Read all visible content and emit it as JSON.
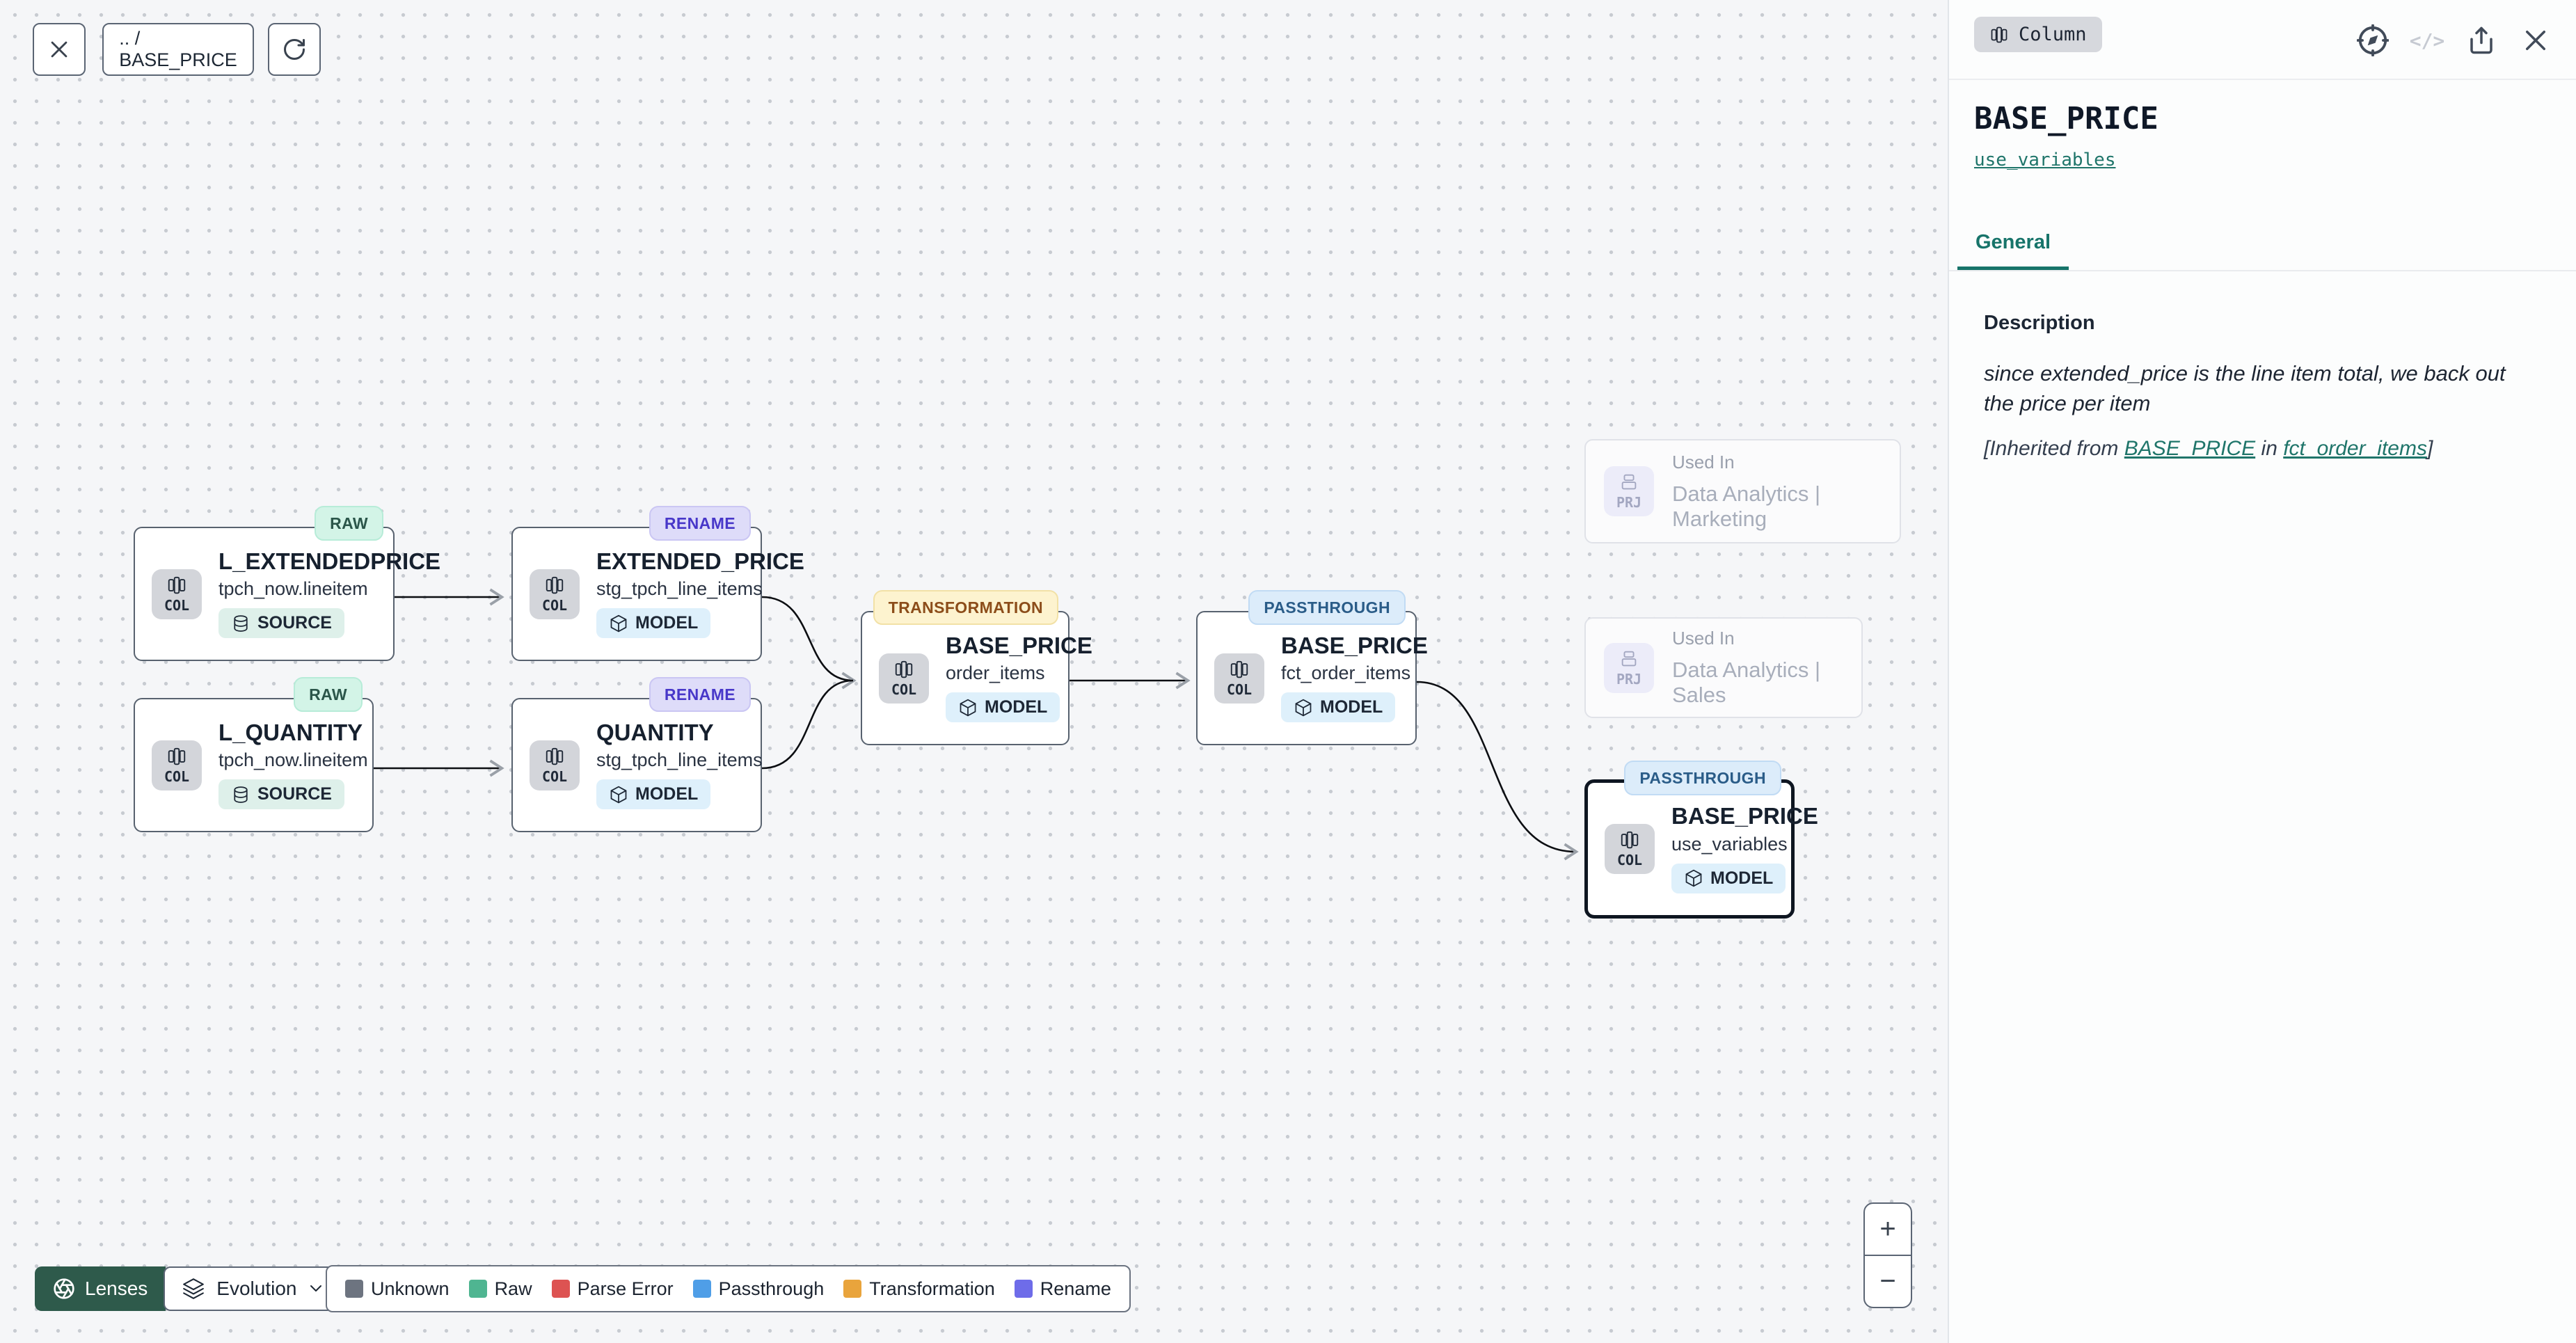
{
  "toolbar": {
    "breadcrumb": ".. / BASE_PRICE"
  },
  "nodes": [
    {
      "badge": "RAW",
      "title": "L_EXTENDEDPRICE",
      "subtitle": "tpch_now.lineitem",
      "chip": "COL",
      "pill": "SOURCE"
    },
    {
      "badge": "RENAME",
      "title": "EXTENDED_PRICE",
      "subtitle": "stg_tpch_line_items",
      "chip": "COL",
      "pill": "MODEL"
    },
    {
      "badge": "RAW",
      "title": "L_QUANTITY",
      "subtitle": "tpch_now.lineitem",
      "chip": "COL",
      "pill": "SOURCE"
    },
    {
      "badge": "RENAME",
      "title": "QUANTITY",
      "subtitle": "stg_tpch_line_items",
      "chip": "COL",
      "pill": "MODEL"
    },
    {
      "badge": "TRANSFORMATION",
      "title": "BASE_PRICE",
      "subtitle": "order_items",
      "chip": "COL",
      "pill": "MODEL"
    },
    {
      "badge": "PASSTHROUGH",
      "title": "BASE_PRICE",
      "subtitle": "fct_order_items",
      "chip": "COL",
      "pill": "MODEL"
    },
    {
      "badge": "PASSTHROUGH",
      "title": "BASE_PRICE",
      "subtitle": "use_variables",
      "chip": "COL",
      "pill": "MODEL"
    }
  ],
  "used_in": [
    {
      "chip": "PRJ",
      "label": "Used In",
      "name": "Data Analytics | Marketing"
    },
    {
      "chip": "PRJ",
      "label": "Used In",
      "name": "Data Analytics | Sales"
    }
  ],
  "controls": {
    "lenses": "Lenses",
    "mode": "Evolution",
    "zoom_in": "+",
    "zoom_out": "−"
  },
  "legend": {
    "items": [
      {
        "label": "Unknown",
        "color": "#6d7480"
      },
      {
        "label": "Raw",
        "color": "#4fb591"
      },
      {
        "label": "Parse Error",
        "color": "#dd5352"
      },
      {
        "label": "Passthrough",
        "color": "#4f9ee7"
      },
      {
        "label": "Transformation",
        "color": "#e9a43c"
      },
      {
        "label": "Rename",
        "color": "#6e6ce9"
      }
    ]
  },
  "panel": {
    "type_badge": "Column",
    "code_icon_label": "</>",
    "title": "BASE_PRICE",
    "model_link": "use_variables",
    "tab_general": "General",
    "description_heading": "Description",
    "description": "since extended_price is the line item total, we back out the price per item",
    "inherited_prefix": "[Inherited from ",
    "inherited_link1": "BASE_PRICE",
    "inherited_mid": " in ",
    "inherited_link2": "fct_order_items",
    "inherited_suffix": "]"
  },
  "colors": {
    "accent_teal": "#1f756a",
    "lenses_green": "#2e5a4b"
  }
}
